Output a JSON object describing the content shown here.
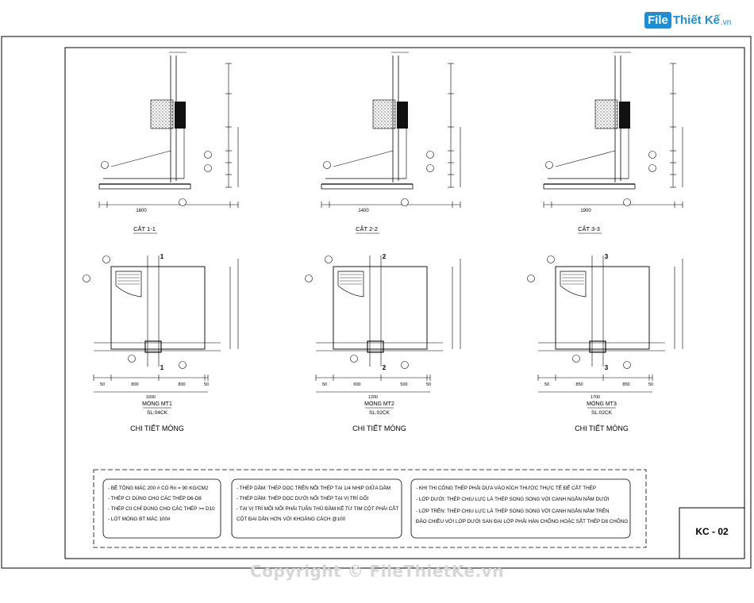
{
  "logo": {
    "file": "File",
    "name": "Thiết Kế",
    "ext": ".vn"
  },
  "sheet_code": "KC - 02",
  "copyright": "Copyright © FileThietKe.vn",
  "sections": [
    {
      "cut_label": "CẮT 1-1",
      "width_dim": "1600",
      "foot_title": "MÓNG MT1",
      "foot_qty": "SL:04CK",
      "detail": "CHI TIẾT MÓNG",
      "dims_bottom": [
        "50",
        "800",
        "800",
        "50"
      ],
      "overall": "1600",
      "cut_mark": "1"
    },
    {
      "cut_label": "CẮT 2-2",
      "width_dim": "1400",
      "foot_title": "MÓNG MT2",
      "foot_qty": "SL:02CK",
      "detail": "CHI TIẾT MÓNG",
      "dims_bottom": [
        "50",
        "600",
        "500",
        "50"
      ],
      "overall": "1200",
      "cut_mark": "2"
    },
    {
      "cut_label": "CẮT 3-3",
      "width_dim": "1900",
      "foot_title": "MÓNG MT3",
      "foot_qty": "SL:02CK",
      "detail": "CHI TIẾT MÓNG",
      "dims_bottom": [
        "50",
        "850",
        "850",
        "50"
      ],
      "overall": "1700",
      "cut_mark": "3"
    }
  ],
  "notes": {
    "col1": [
      "- BÊ TÔNG MÁC 200 # CÓ Rn = 90 KG/CM2",
      "- THÉP CI DÙNG CHO CÁC THÉP D6-D8",
      "- THÉP CII CHỈ DÙNG CHO CÁC THÉP >= D10",
      "- LÓT MÓNG BT MÁC 100#"
    ],
    "col2": [
      "- THÉP DẦM: THÉP DỌC TRÊN NỐI THÉP TẠI 1/4 NHỊP GIỮA DẦM",
      "- THÉP DẦM: THÉP DỌC DƯỚI NỐI THÉP TẠI VỊ TRÍ GỐI",
      "- TẠI VỊ TRÍ MỐI NỐI PHẢI TUÂN THỦ ĐẦM KẾ TỪ TIM CỘT PHẢI CẮT",
      "  CỘT ĐAI DẦN HƠN VỚI KHOẢNG CÁCH @100"
    ],
    "col3": [
      "- KHI THI CÔNG THÉP PHẢI DỰA VÀO KÍCH THƯỚC THỰC TẾ ĐỂ CẮT THÉP",
      "- LỚP DƯỚI: THÉP CHỊU LỰC LÀ THÉP SONG SONG VỚI CẠNH NGẮN NẰM DƯỚI",
      "- LỚP TRÊN: THÉP CHỊU LỰC LÀ THÉP SONG SONG VỚI CẠNH NGẮN NẰM TRÊN",
      "  ĐẢO CHIỀU VỚI LỚP DƯỚI SAN ĐẠI LỚP PHẢI HÀN CHỐNG HOẶC SẮT THÉP D8 CHỐNG"
    ]
  }
}
